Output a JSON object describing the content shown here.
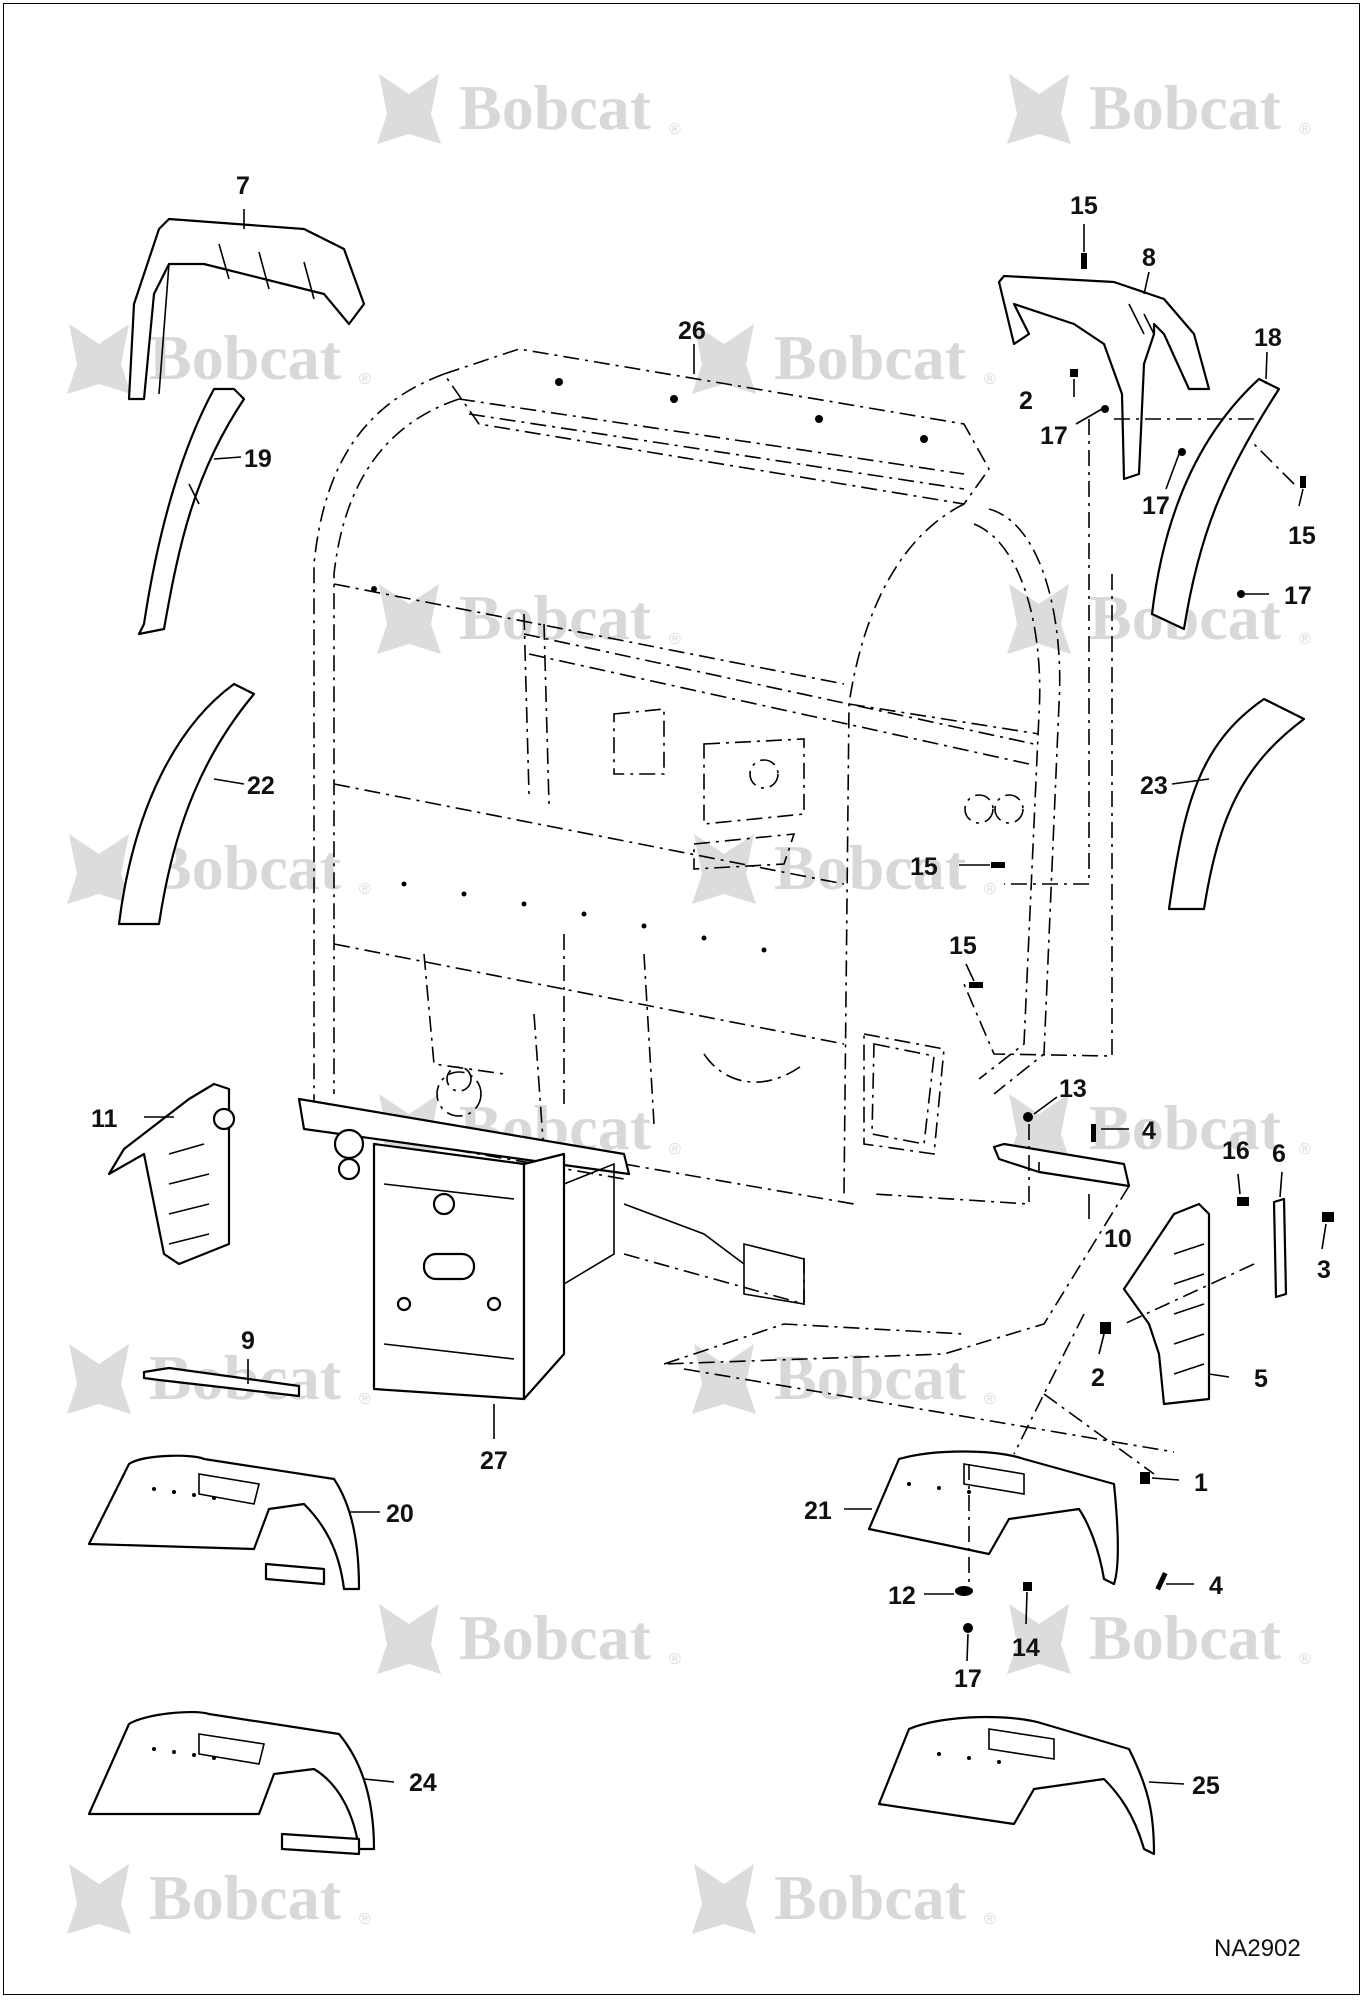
{
  "brand": {
    "watermark_text": "Bobcat",
    "watermark_color": "#d8d8d8"
  },
  "drawing": {
    "id": "NA2902"
  },
  "callouts": {
    "c1": "1",
    "c2a": "2",
    "c2b": "2",
    "c3": "3",
    "c4a": "4",
    "c4b": "4",
    "c5": "5",
    "c6": "6",
    "c7": "7",
    "c8": "8",
    "c9": "9",
    "c10": "10",
    "c11": "11",
    "c12": "12",
    "c13": "13",
    "c14": "14",
    "c15a": "15",
    "c15b": "15",
    "c15c": "15",
    "c15d": "15",
    "c16": "16",
    "c17a": "17",
    "c17b": "17",
    "c17c": "17",
    "c17d": "17",
    "c18": "18",
    "c19": "19",
    "c20": "20",
    "c21": "21",
    "c22": "22",
    "c23": "23",
    "c24": "24",
    "c25": "25",
    "c26": "26",
    "c27": "27"
  }
}
